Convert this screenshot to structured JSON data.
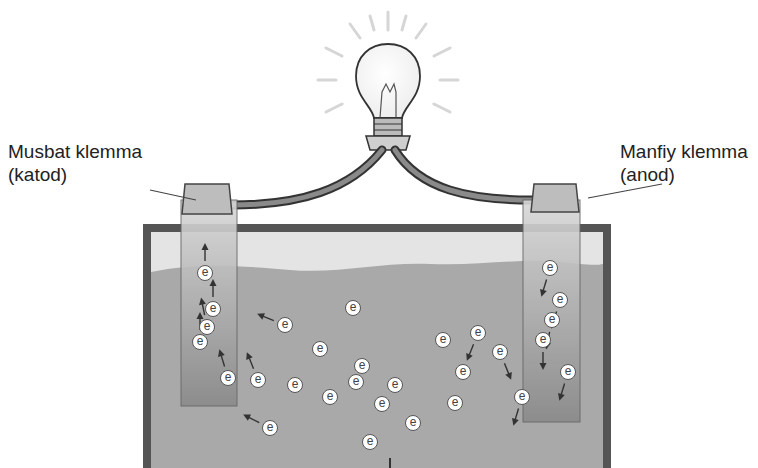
{
  "diagram": {
    "nodes": [
      {
        "text": [
          "e"
        ]
      },
      {
        "text": [
          "e"
        ]
      },
      {
        "text": [
          "e"
        ]
      },
      {
        "text": [
          "e"
        ]
      },
      {
        "text": [
          "e"
        ]
      },
      {
        "text": [
          "e"
        ]
      },
      {
        "text": [
          "e"
        ]
      },
      {
        "text": [
          "e"
        ]
      },
      {
        "text": [
          "e"
        ]
      },
      {
        "text": [
          "e"
        ]
      },
      {
        "text": [
          "e"
        ]
      },
      {
        "text": [
          "e"
        ]
      },
      {
        "text": [
          "e"
        ]
      },
      {
        "text": [
          "e"
        ]
      },
      {
        "text": [
          "e"
        ]
      },
      {
        "text": [
          "e"
        ]
      },
      {
        "text": [
          "e"
        ]
      },
      {
        "text": [
          "e"
        ]
      },
      {
        "text": [
          "e"
        ]
      },
      {
        "text": [
          "e"
        ]
      },
      {
        "text": [
          "e"
        ]
      },
      {
        "text": [
          "e"
        ]
      },
      {
        "text": [
          "e"
        ]
      },
      {
        "text": [
          "e"
        ]
      },
      {
        "text": [
          "e"
        ]
      },
      {
        "text": [
          "e"
        ]
      },
      {
        "text": [
          "e"
        ]
      },
      {
        "text": [
          "e"
        ]
      },
      {
        "text": [
          "e"
        ]
      }
    ],
    "labels": [
      "Musbat klemma (katod)",
      "Manfiy klemma (anod)"
    ]
  }
}
